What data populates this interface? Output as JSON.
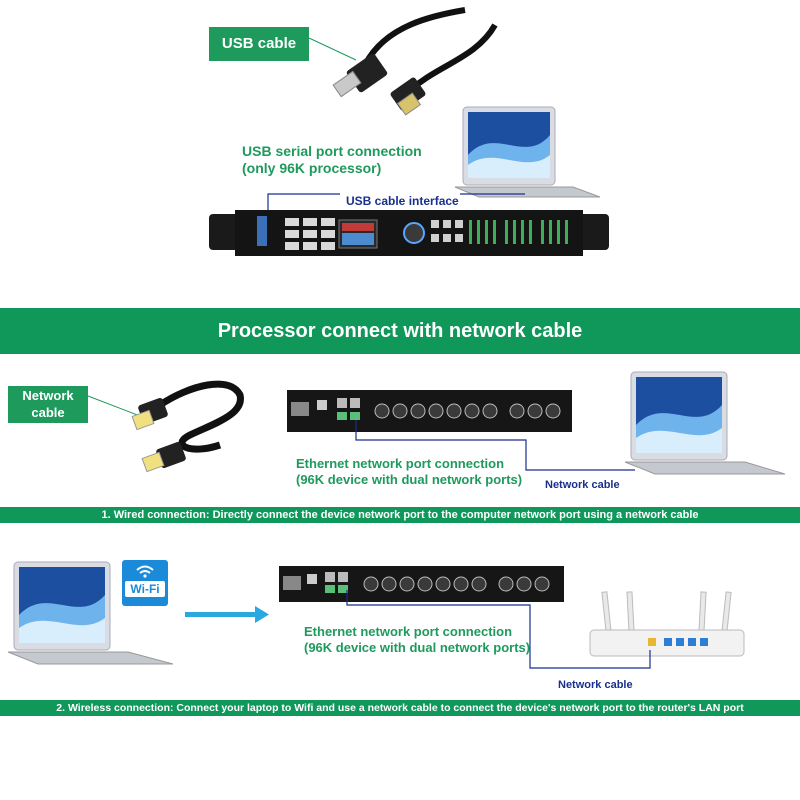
{
  "top": {
    "usb_label": "USB cable",
    "usb_serial_line1": "USB serial port connection",
    "usb_serial_line2": "(only 96K processor)",
    "usb_interface": "USB cable interface"
  },
  "banner": {
    "title": "Processor connect with network cable"
  },
  "wired": {
    "network_label_line1": "Network",
    "network_label_line2": "cable",
    "ethernet_line1": "Ethernet network port connection",
    "ethernet_line2": "(96K device with dual network ports)",
    "cable_label": "Network cable",
    "caption": "1. Wired connection: Directly connect the device network port to the computer network port using a network cable"
  },
  "wireless": {
    "wifi_badge": "Wi-Fi",
    "ethernet_line1": "Ethernet network port connection",
    "ethernet_line2": "(96K device with dual network ports)",
    "cable_label": "Network cable",
    "caption": "2. Wireless connection: Connect your laptop to Wifi and use a network cable to connect the device's network port to the router's LAN port"
  },
  "colors": {
    "green": "#10985a",
    "label_green": "#1e9a5c",
    "line_blue": "#1a2f8c"
  }
}
